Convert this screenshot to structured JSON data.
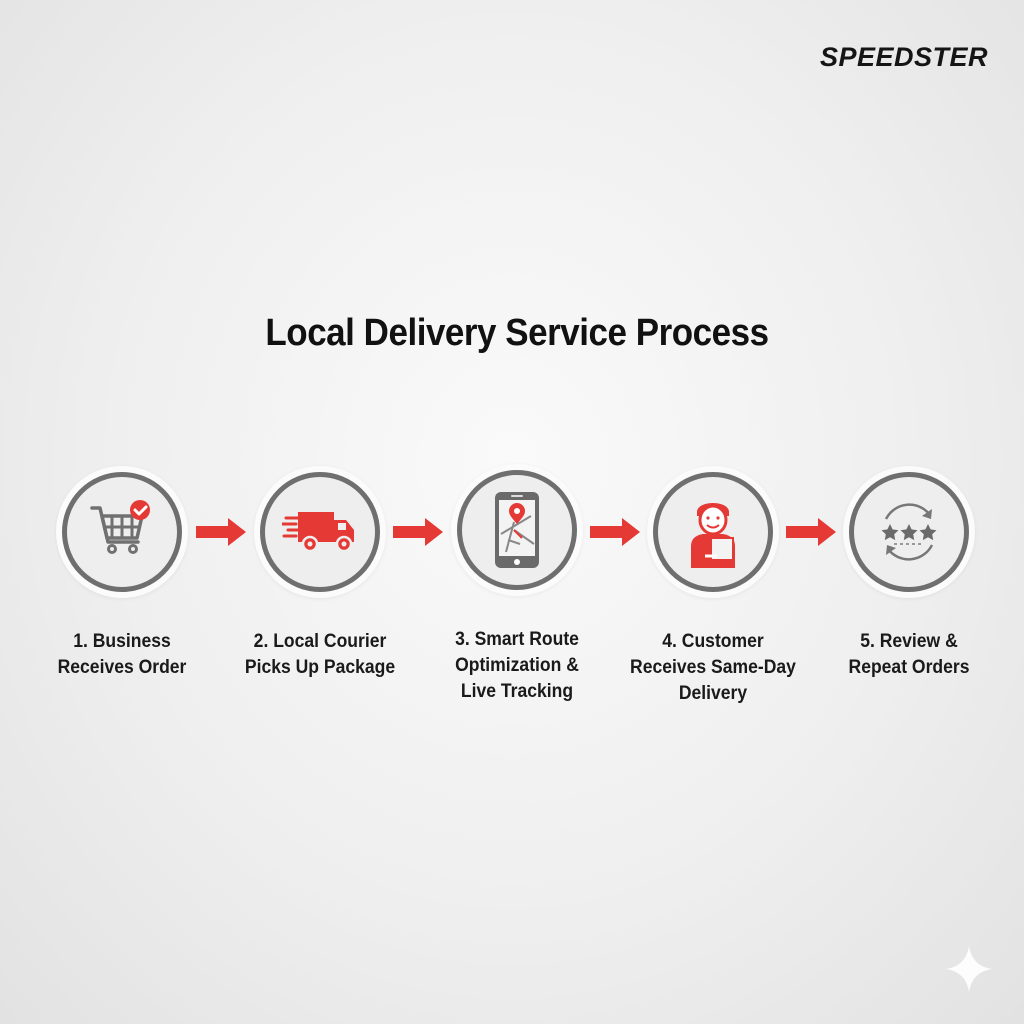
{
  "brand": {
    "logo": "SPEEDSTER"
  },
  "title": "Local Delivery Service Process",
  "colors": {
    "accent": "#e53935",
    "ring": "#6f6f6f",
    "icon_gray": "#707070"
  },
  "steps": [
    {
      "icon": "shopping-cart-check-icon",
      "line1": "1. Business",
      "line2": "Receives Order",
      "line3": ""
    },
    {
      "icon": "delivery-truck-icon",
      "line1": "2. Local Courier",
      "line2": "Picks Up Package",
      "line3": ""
    },
    {
      "icon": "smartphone-map-icon",
      "line1": "3. Smart Route",
      "line2": "Optimization &",
      "line3": "Live Tracking"
    },
    {
      "icon": "courier-with-package-icon",
      "line1": "4. Customer",
      "line2": "Receives Same-Day",
      "line3": "Delivery"
    },
    {
      "icon": "star-rating-repeat-icon",
      "line1": "5. Review &",
      "line2": "Repeat Orders",
      "line3": ""
    }
  ]
}
